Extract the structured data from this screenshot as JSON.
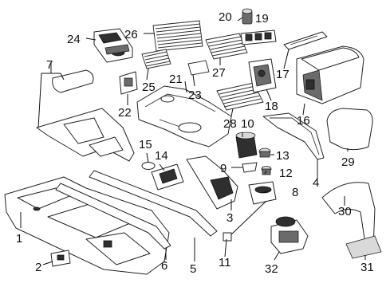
{
  "diagram": {
    "callouts": {
      "c1": "1",
      "c2": "2",
      "c3": "3",
      "c4": "4",
      "c5": "5",
      "c6": "6",
      "c7": "7",
      "c8": "8",
      "c9": "9",
      "c10": "10",
      "c11": "11",
      "c12": "12",
      "c13": "13",
      "c14": "14",
      "c15": "15",
      "c16": "16",
      "c17": "17",
      "c18": "18",
      "c19": "19",
      "c20": "20",
      "c21": "21",
      "c22": "22",
      "c23": "23",
      "c24": "24",
      "c25": "25",
      "c26": "26",
      "c27": "27",
      "c28": "28",
      "c29": "29",
      "c30": "30",
      "c31": "31",
      "c32": "32"
    },
    "colors": {
      "line": "#222222",
      "shade": "#6b6b6b",
      "background": "#ffffff"
    }
  }
}
